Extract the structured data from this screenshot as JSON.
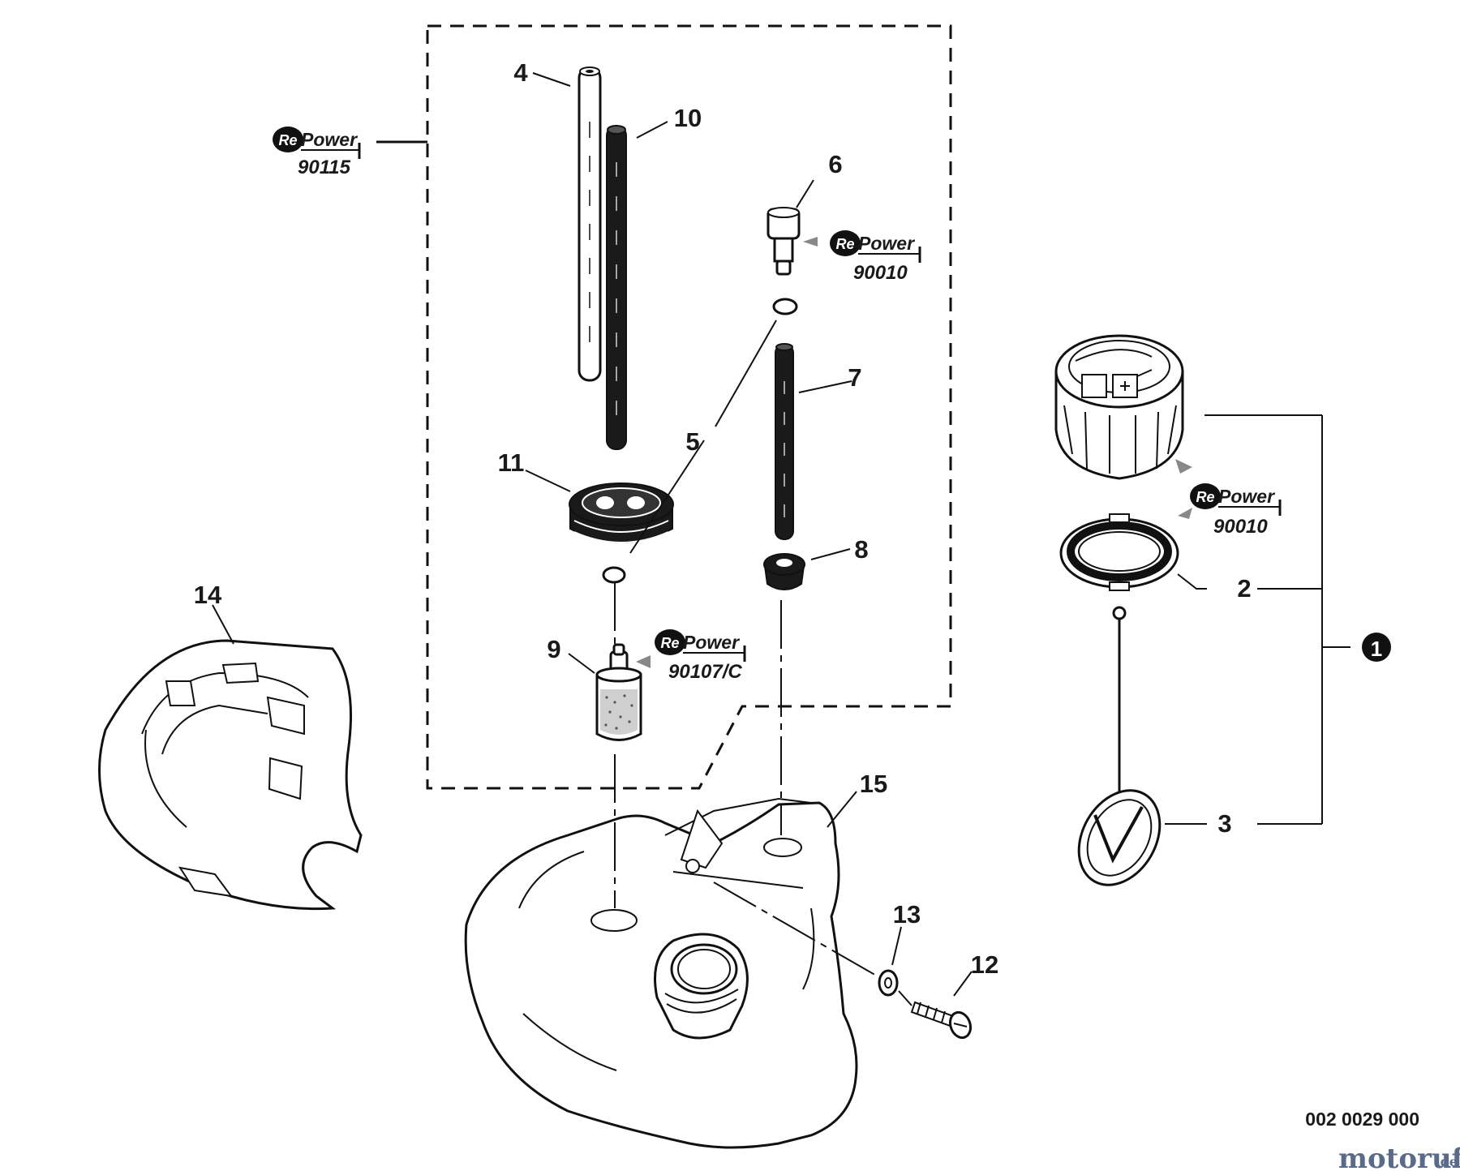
{
  "parts": {
    "p1": "1",
    "p2": "2",
    "p3": "3",
    "p4": "4",
    "p5": "5",
    "p6": "6",
    "p7": "7",
    "p8": "8",
    "p9": "9",
    "p10": "10",
    "p11": "11",
    "p12": "12",
    "p13": "13",
    "p14": "14",
    "p15": "15"
  },
  "repower": {
    "brand_re": "Re",
    "brand_word": "Power",
    "kit_a": "90115",
    "kit_b": "90010",
    "kit_c": "90010",
    "kit_d": "90107/C"
  },
  "drawing_number": "002 0029 000",
  "watermark": {
    "name": "motoruf",
    "tld": ".de"
  }
}
